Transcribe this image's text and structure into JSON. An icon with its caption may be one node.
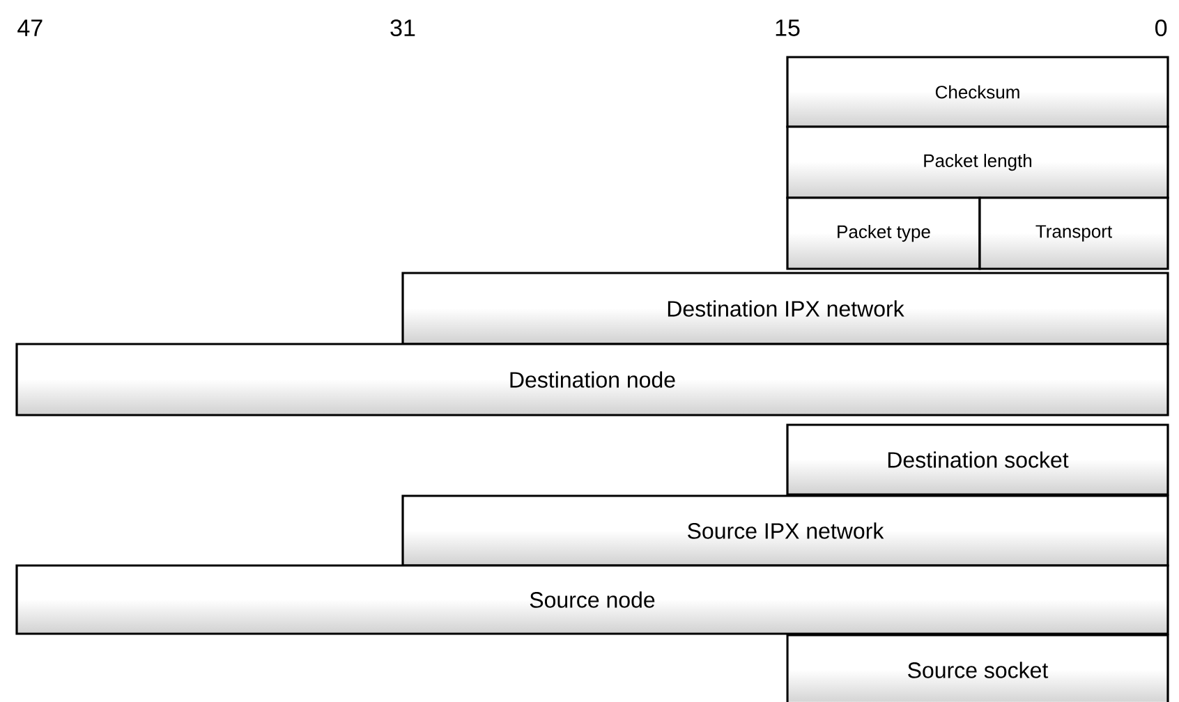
{
  "diagram": {
    "nodes": [
      {
        "text": [
          "Checksum"
        ]
      },
      {
        "text": [
          "Packet length"
        ]
      },
      {
        "text": [
          "Packet type"
        ]
      },
      {
        "text": [
          "Transport"
        ]
      },
      {
        "text": [
          "Destination IPX network"
        ]
      },
      {
        "text": [
          "Destination node"
        ]
      },
      {
        "text": [
          "Destination socket"
        ]
      },
      {
        "text": [
          "Source IPX network"
        ]
      },
      {
        "text": [
          "Source node"
        ]
      },
      {
        "text": [
          "Source socket"
        ]
      }
    ],
    "labels": [
      "47",
      "31",
      "15",
      "0"
    ]
  }
}
